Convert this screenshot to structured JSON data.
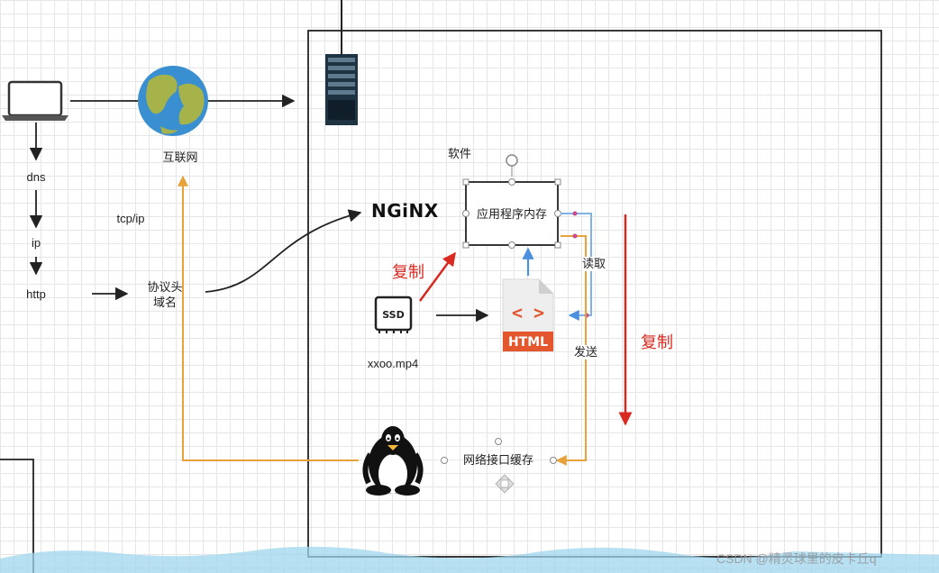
{
  "labels": {
    "dns": "dns",
    "ip": "ip",
    "http": "http",
    "tcpip": "tcp/ip",
    "internet": "互联网",
    "protocol_header_line1": "协议头",
    "protocol_header_line2": "域名",
    "software": "软件",
    "nginx": "NGiNX",
    "app_memory": "应用程序内存",
    "copy_left": "复制",
    "copy_right": "复制",
    "read": "读取",
    "send": "发送",
    "file_name": "xxoo.mp4",
    "ssd_label": "SSD",
    "html_label": "HTML",
    "html_glyph": "< >",
    "network_cache": "网络接口缓存"
  },
  "watermark": "CSDN @精灵球里的皮卡丘q",
  "colors": {
    "arrow_red": "#d82a20",
    "arrow_blue": "#4a8fe0",
    "arrow_orange": "#e8a23a",
    "line_black": "#222222",
    "html_orange": "#e4572e",
    "globe_water": "#3a8fd0",
    "globe_land": "#a6b24a"
  },
  "icons": [
    "laptop-icon",
    "globe-icon",
    "server-icon",
    "ssd-icon",
    "html-file-icon",
    "linux-penguin-icon",
    "move-handle-icon"
  ]
}
